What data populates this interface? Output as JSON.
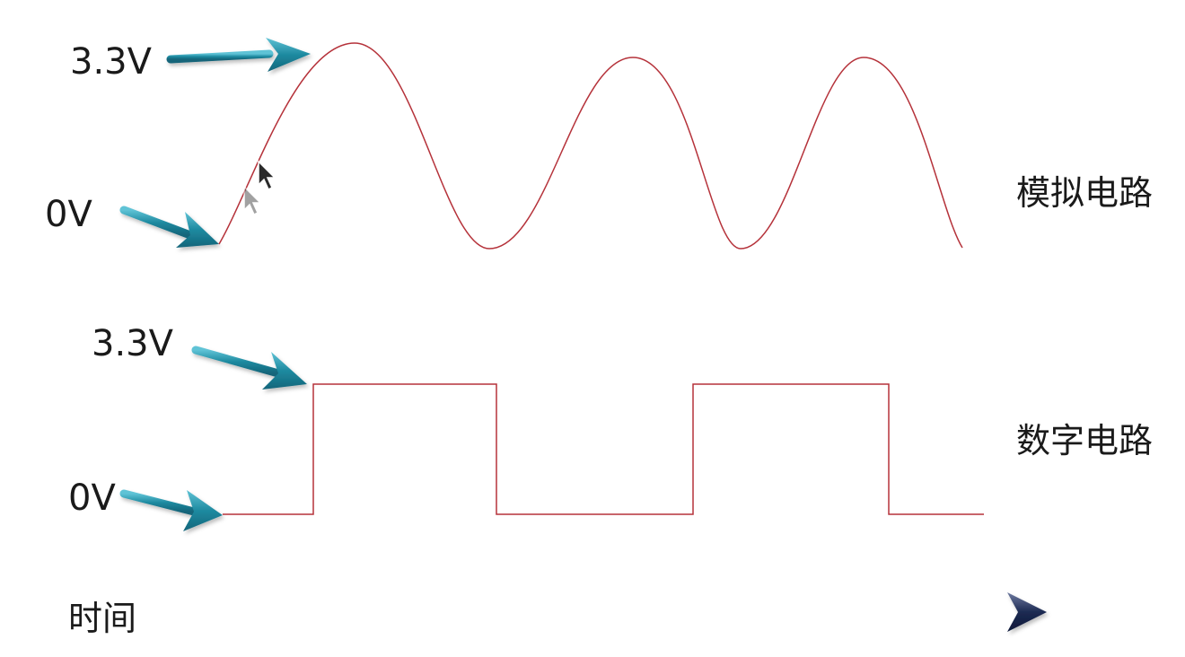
{
  "analog": {
    "label_high": "3.3V",
    "label_low": "0V",
    "title": "模拟电路"
  },
  "digital": {
    "label_high": "3.3V",
    "label_low": "0V",
    "title": "数字电路"
  },
  "time_axis": {
    "label": "时间"
  },
  "colors": {
    "signal": "#b5323a",
    "arrow": "#1e8aa0",
    "time_arrow": "#1c2a52"
  },
  "icons": {
    "cursor_primary": "mouse-cursor-icon",
    "cursor_ghost": "mouse-cursor-icon"
  }
}
